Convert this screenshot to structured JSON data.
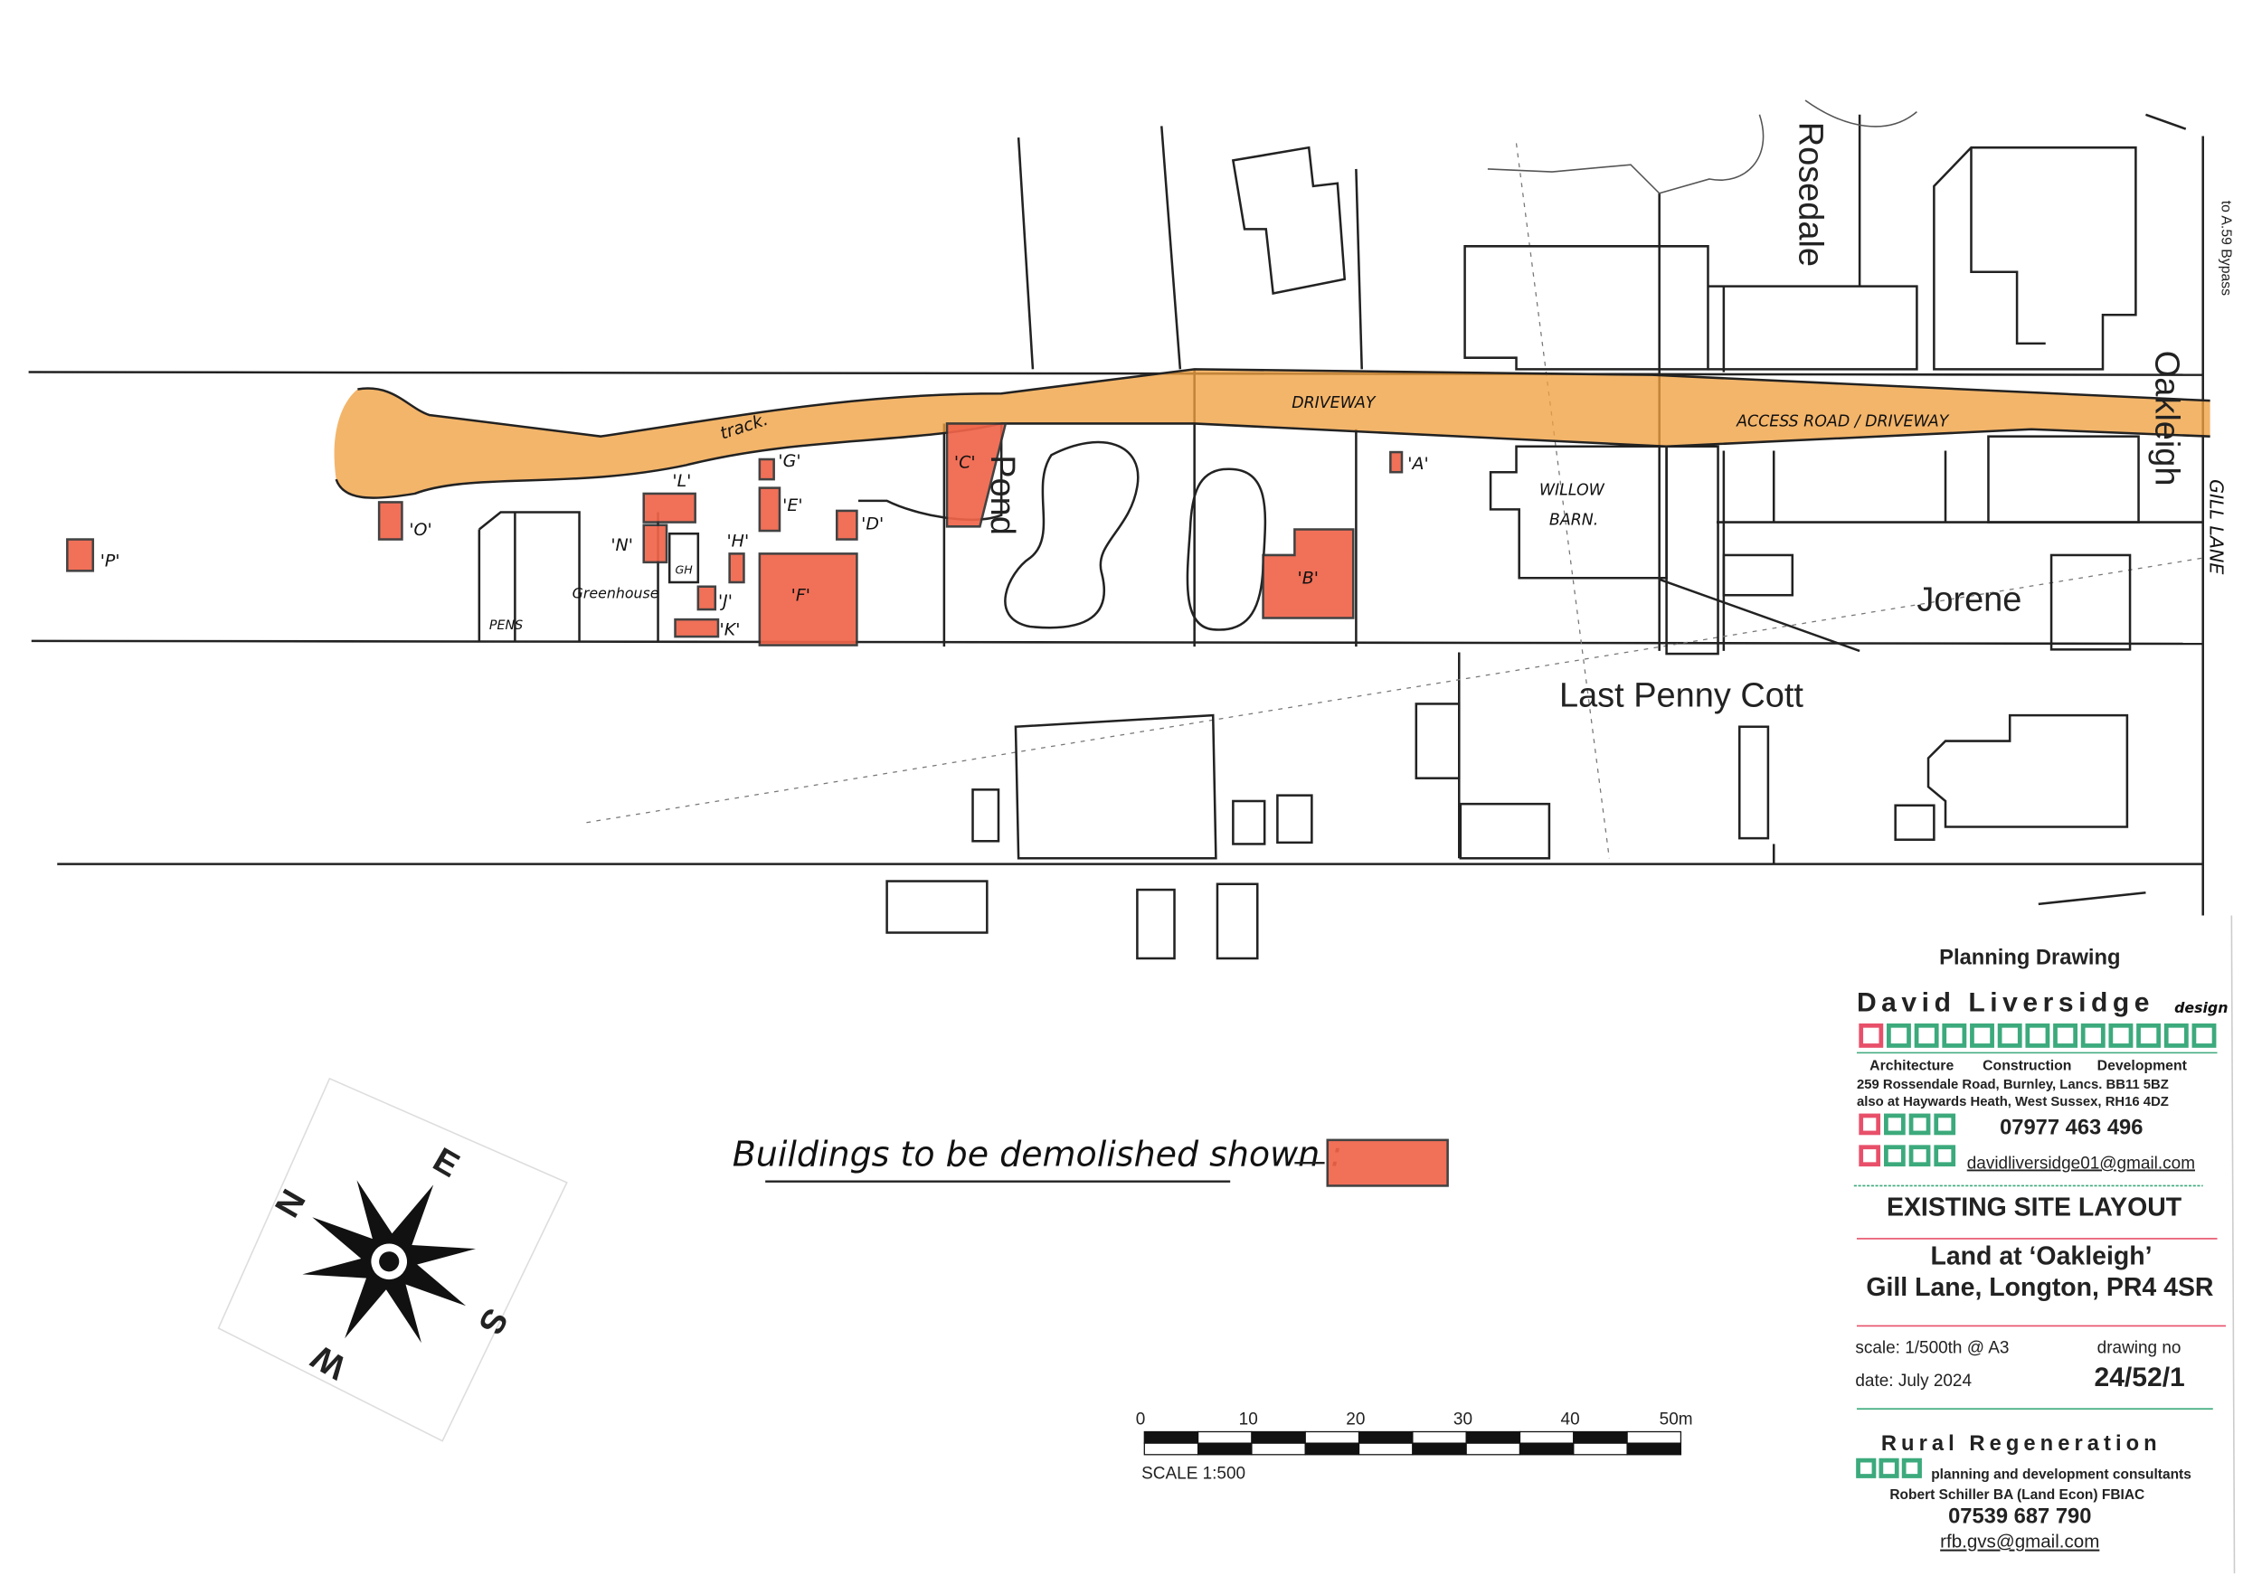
{
  "map": {
    "labels": {
      "rosedale": "Rosedale",
      "oakleigh": "Oakleigh",
      "jorene": "Jorene",
      "last_penny_cott": "Last Penny Cott",
      "pond": "Pond",
      "to_bypass": "to A.59 Bypass",
      "gill_lane": "GILL LANE",
      "willow_barn_1": "WILLOW",
      "willow_barn_2": "BARN.",
      "driveway": "DRIVEWAY",
      "access_road": "ACCESS ROAD / DRIVEWAY",
      "track": "track.",
      "pens": "PENS",
      "greenhouse": "Greenhouse",
      "gh": "GH"
    },
    "buildings_to_demolish": [
      "'A'",
      "'B'",
      "'C'",
      "'D'",
      "'E'",
      "'F'",
      "'G'",
      "'H'",
      "'J'",
      "'K'",
      "'L'",
      "'N'",
      "'O'",
      "'P'"
    ],
    "colors": {
      "demolish": "#f0644a",
      "driveway": "#f0a040"
    }
  },
  "legend": {
    "text": "Buildings to be demolished shown :"
  },
  "compass": {
    "n": "N",
    "s": "S",
    "e": "E",
    "w": "W"
  },
  "scale_bar": {
    "ticks": [
      "0",
      "10",
      "20",
      "30",
      "40",
      "50m"
    ],
    "label": "SCALE 1:500"
  },
  "title_block": {
    "heading": "Planning Drawing",
    "firm": "David Liversidge",
    "firm_suffix": "design",
    "disciplines": [
      "Architecture",
      "Construction",
      "Development"
    ],
    "address_1": "259 Rossendale Road, Burnley, Lancs. BB11 5BZ",
    "address_2": "also at Haywards Heath, West Sussex, RH16 4DZ",
    "phone": "07977 463 496",
    "email": "davidliversidge01@gmail.com",
    "drawing_title": "EXISTING SITE LAYOUT",
    "site_1": "Land at ‘Oakleigh’",
    "site_2": "Gill Lane, Longton, PR4 4SR",
    "scale": "scale: 1/500th @ A3",
    "date": "date:  July 2024",
    "drawing_no_label": "drawing no",
    "drawing_no": "24/52/1",
    "consultant": "Rural Regeneration",
    "consultant_desc": "planning and development consultants",
    "consultant_person": "Robert Schiller BA (Land Econ) FBIAC",
    "consultant_phone": "07539 687 790",
    "consultant_email": "rfb.gvs@gmail.com",
    "colors": {
      "red": "#e8506a",
      "green": "#3caa7c"
    }
  }
}
